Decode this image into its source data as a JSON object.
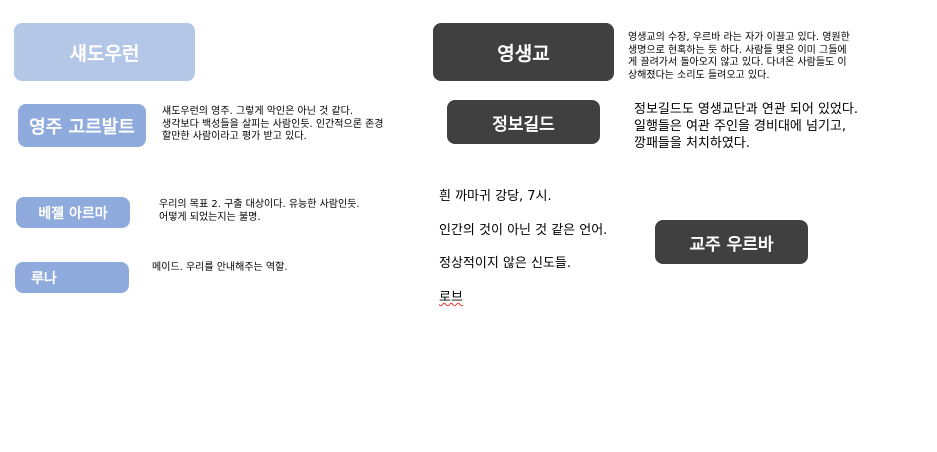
{
  "boxes": {
    "shadowrun": "섀도우런",
    "lord_gorbalt": "영주 고르발트",
    "bezel_arma": "베젤 아르마",
    "luna": "루나",
    "cult": "영생교",
    "info_guild": "정보길드",
    "cult_leader": "교주 우르바"
  },
  "notes": {
    "lord_gorbalt": "섀도우런의 영주. 그렇게 악인은 아닌 것 같다.\n생각보다 백성들을 살피는 사람인듯. 인간적으론 존경\n할만한 사람이라고 평가 받고 있다.",
    "bezel_arma": "우리의 목표 2. 구출 대상이다. 유능한 사람인듯.\n어떻게 되었는지는 불명.",
    "luna": "메이드. 우리를 안내해주는 역할.",
    "cult": "영생교의 수장, 우르바 라는 자가 이끌고 있다. 영원한\n생명으로 현혹하는 듯 하다. 사람들 몇은 이미 그들에\n게 끌려가서 돌아오지 않고 있다. 다녀온 사람들도 이\n상해졌다는 소리도 들려오고 있다.",
    "info_guild": "정보길드도 영생교단과 연관 되어 있었다.\n일행들은 여관 주인을 경비대에 넘기고,\n깡패들을 처치하였다.",
    "raven_lines": [
      "흰 까마귀 강당, 7시.",
      "인간의 것이 아닌 것 같은 언어.",
      "정상적이지 않은 신도들."
    ],
    "raven_last": "로브"
  }
}
